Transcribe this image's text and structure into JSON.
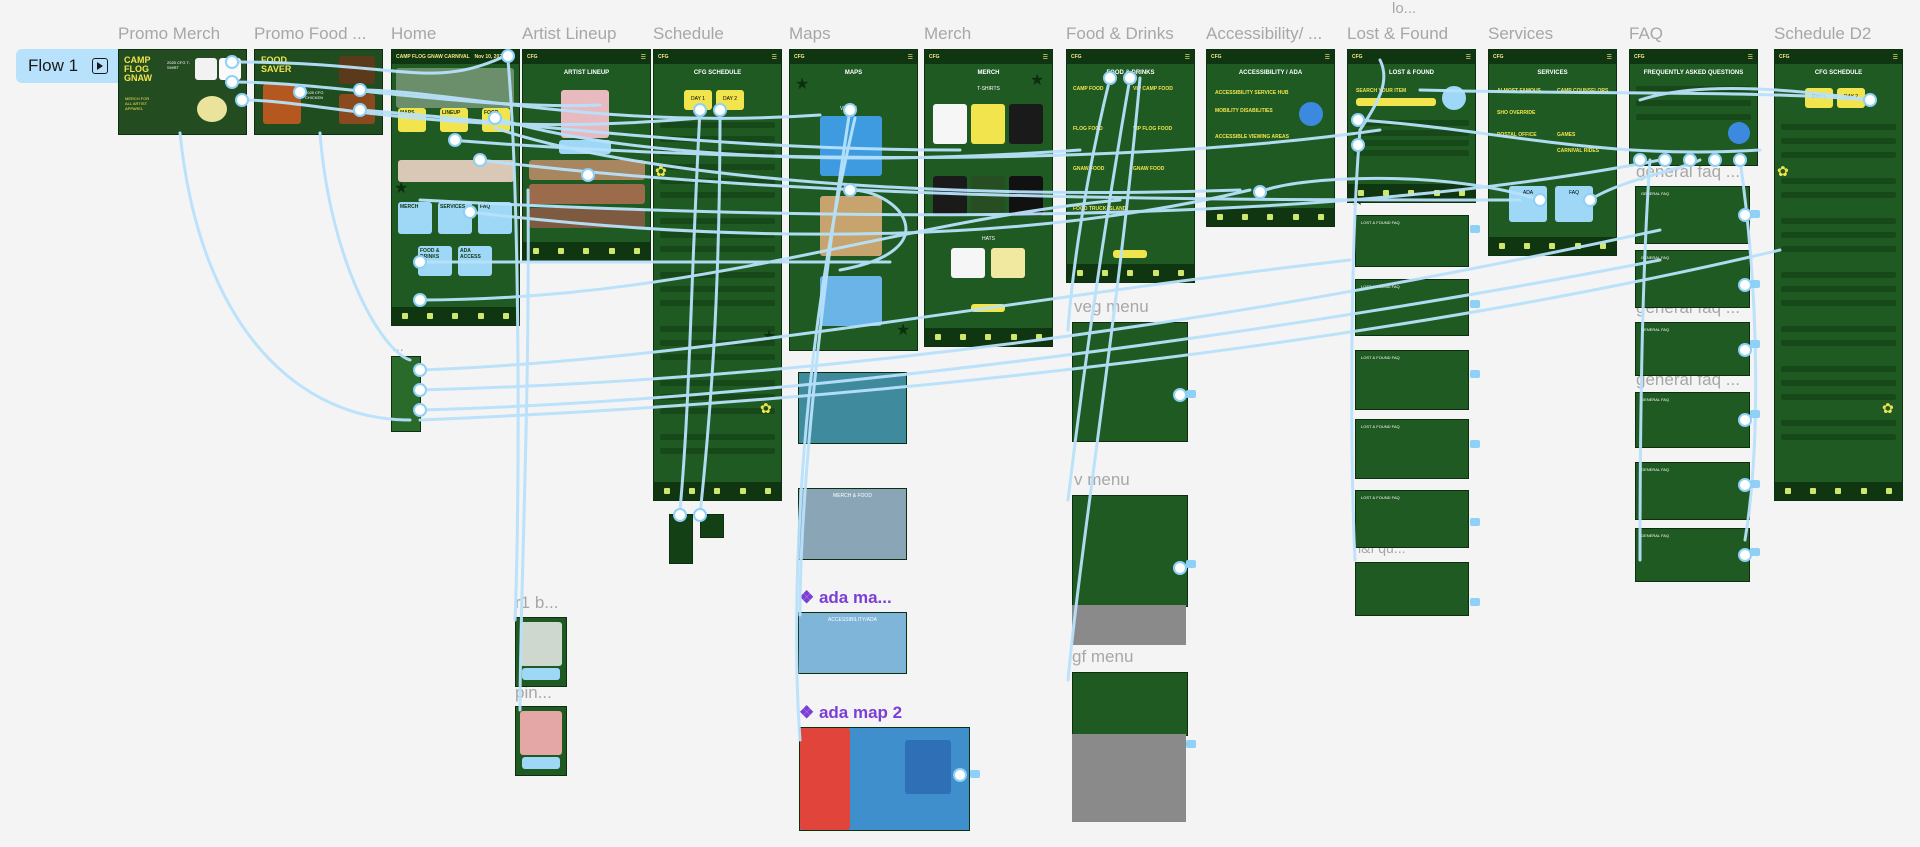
{
  "flow": {
    "label": "Flow 1"
  },
  "frame_labels": [
    "Promo Merch",
    "Promo Food ...",
    "Home",
    "Artist Lineup",
    "Schedule",
    "Maps",
    "Merch",
    "Food & Drinks",
    "Accessibility/ ...",
    "Lost & Found",
    "Services",
    "FAQ",
    "Schedule D2"
  ],
  "secondary_labels": {
    "lo": "lo...",
    "dots": "...",
    "r1": "r1 b...",
    "pin": "pin...",
    "veg_menu": "veg menu",
    "v_menu": "v menu",
    "gf_menu": "gf menu",
    "ada_map": "❖ ada ma...",
    "ada_map2": "❖ ada map 2",
    "general_faq_1": "general faq ...",
    "general_faq_2": "general faq ...",
    "general_faq_3": "general faq ...",
    "lost_faq": "l&f qu..."
  },
  "screens": {
    "promo_merch": {
      "header": "CAMP FLOG GNAW",
      "sub": "2025 CFG T-SHIRT",
      "cta": "MERCH FOR ALL ARTIST APPAREL"
    },
    "promo_food": {
      "title": "FOOD SAVER",
      "sub": "2025 CFG CHICKEN"
    },
    "home": {
      "brand": "CAMP FLOG GNAW CARNIVAL",
      "date": "Nov 10, 2025",
      "tiles": [
        "MAPS",
        "LINEUP",
        "FOOD",
        "MERCH",
        "SERVICES",
        "FAQ",
        "FOOD & DRINKS",
        "ADA ACCESS"
      ]
    },
    "artist_lineup": {
      "title": "ARTIST LINEUP"
    },
    "schedule": {
      "title": "CFG SCHEDULE",
      "days": [
        "DAY 1",
        "DAY 2"
      ]
    },
    "maps": {
      "title": "MAPS",
      "sections": [
        "VENUE",
        "MERCH & FOOD",
        "ACCESSIBILITY/ADA"
      ]
    },
    "merch": {
      "title": "MERCH",
      "sections": [
        "T-SHIRTS",
        "HATS"
      ]
    },
    "food": {
      "title": "FOOD & DRINKS",
      "items": [
        "CAMP FOOD",
        "VIP CAMP FOOD",
        "FLOG FOOD",
        "VIP FLOG FOOD",
        "GNAW FOOD",
        "GNAW FOOD",
        "FOOD TRUCK ISLAND"
      ]
    },
    "ada": {
      "title": "ACCESSIBILITY / ADA",
      "items": [
        "ACCESSIBILITY SERVICE HUB",
        "MOBILITY DISABILITIES",
        "ACCESSIBLE VIEWING AREAS"
      ]
    },
    "lost_found": {
      "title": "LOST & FOUND",
      "search": "SEARCH YOUR ITEM",
      "faq": "LOST & FOUND FAQ"
    },
    "services": {
      "title": "SERVICES",
      "items": [
        "ALMOST FAMOUS",
        "CAMP COUNSELORS",
        "SHO OVERRIDE",
        "POSTAL OFFICE",
        "GAMES",
        "CARNIVAL RIDES",
        "ADA",
        "FAQ"
      ]
    },
    "faq": {
      "title": "FREQUENTLY ASKED QUESTIONS",
      "item": "GENERAL FAQ"
    },
    "schedule_d2": {
      "title": "CFG SCHEDULE",
      "days": [
        "DAY 1",
        "DAY 2"
      ]
    }
  },
  "colors": {
    "canvas": "#f4f4f4",
    "frame_green": "#1f5a23",
    "frame_dark": "#0f3511",
    "accent_yellow": "#f2e44d",
    "connector_blue": "#b8e2fb"
  }
}
